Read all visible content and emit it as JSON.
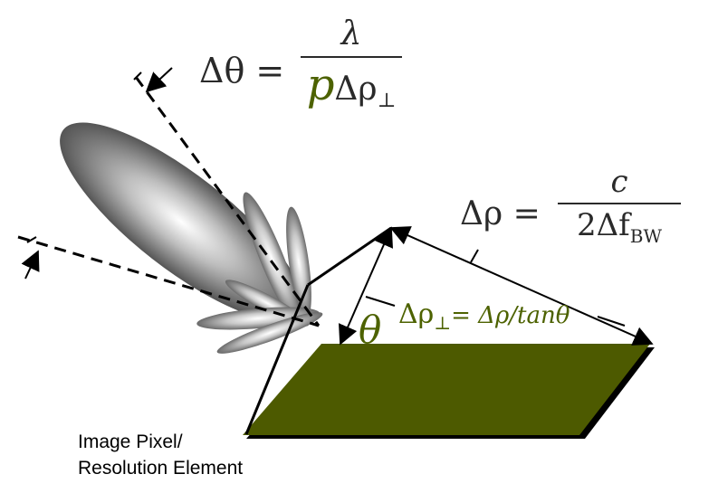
{
  "equations": {
    "angular_resolution": {
      "lhs": "Δθ =",
      "numerator": "λ",
      "denominator_p": "p",
      "denominator_rest": "Δρ",
      "denominator_sub": "⊥"
    },
    "range_resolution": {
      "lhs": "Δρ =",
      "numerator": "c",
      "denominator": "2Δf",
      "denominator_sub": "BW"
    },
    "perpendicular": {
      "symbol": "Δρ",
      "sub": "⊥",
      "rest": "= Δρ/tanθ"
    }
  },
  "angle_label": "θ",
  "pixel_label": {
    "line1": "Image Pixel/",
    "line2": "Resolution Element"
  },
  "colors": {
    "pixel_fill": "#4d5a00",
    "olive_text": "#4d6200",
    "ink": "#000000"
  }
}
